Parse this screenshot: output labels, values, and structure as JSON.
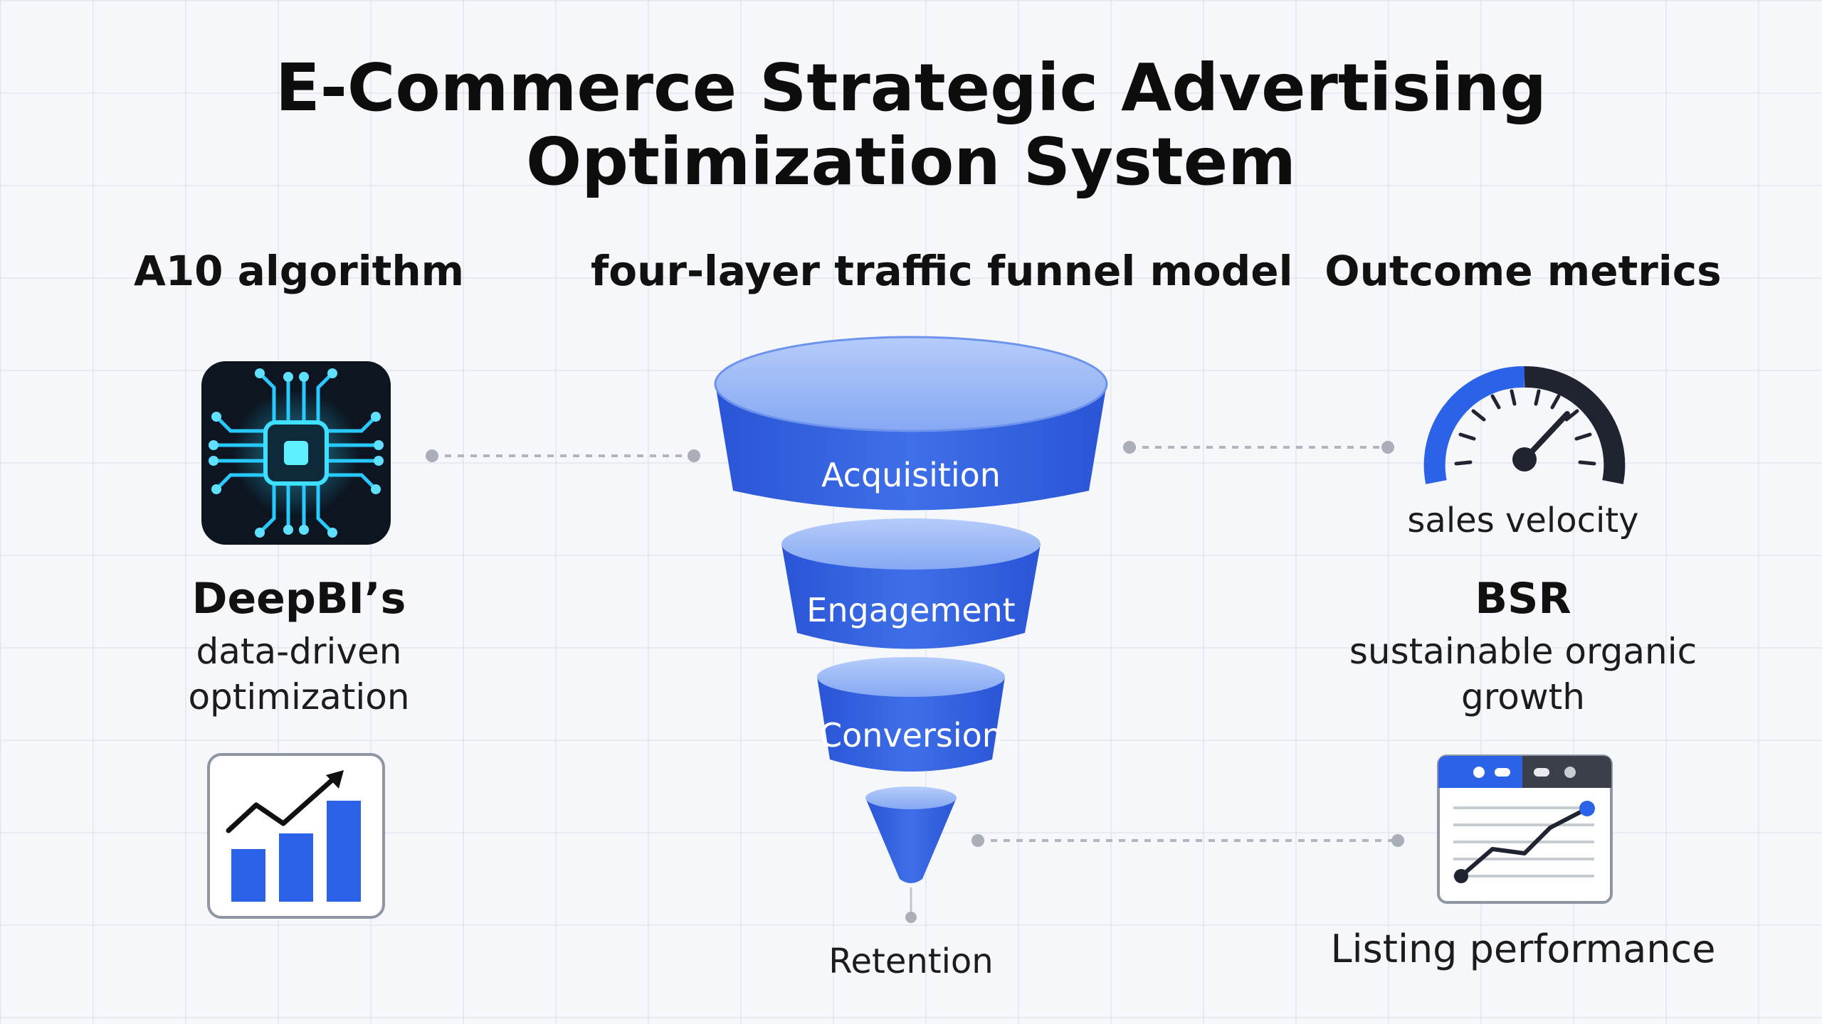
{
  "title": {
    "line1": "E-Commerce Strategic Advertising",
    "line2": "Optimization System"
  },
  "columns": {
    "left_heading": "A10 algorithm",
    "center_heading": "four-layer traffic funnel model",
    "right_heading": "Outcome metrics"
  },
  "left": {
    "name": "DeepBI’s",
    "description_line1": "data-driven",
    "description_line2": "optimization"
  },
  "funnel": {
    "layers": [
      "Acquisition",
      "Engagement",
      "Conversion"
    ],
    "bottom_label": "Retention"
  },
  "right": {
    "gauge_label": "sales velocity",
    "name": "BSR",
    "description_line1": "sustainable organic",
    "description_line2": "growth",
    "listing_label": "Listing performance"
  },
  "colors": {
    "funnel_blue": "#3463e0",
    "funnel_light": "#8fb0f5",
    "accent_blue": "#2a62e8",
    "chip_cyan": "#27c9ff",
    "connector_gray": "#b0b5bf"
  },
  "icons": {
    "chip": "circuit-chip-icon",
    "bar_chart": "bar-chart-growth-icon",
    "gauge": "speedometer-gauge-icon",
    "listing": "listing-performance-window-icon"
  }
}
